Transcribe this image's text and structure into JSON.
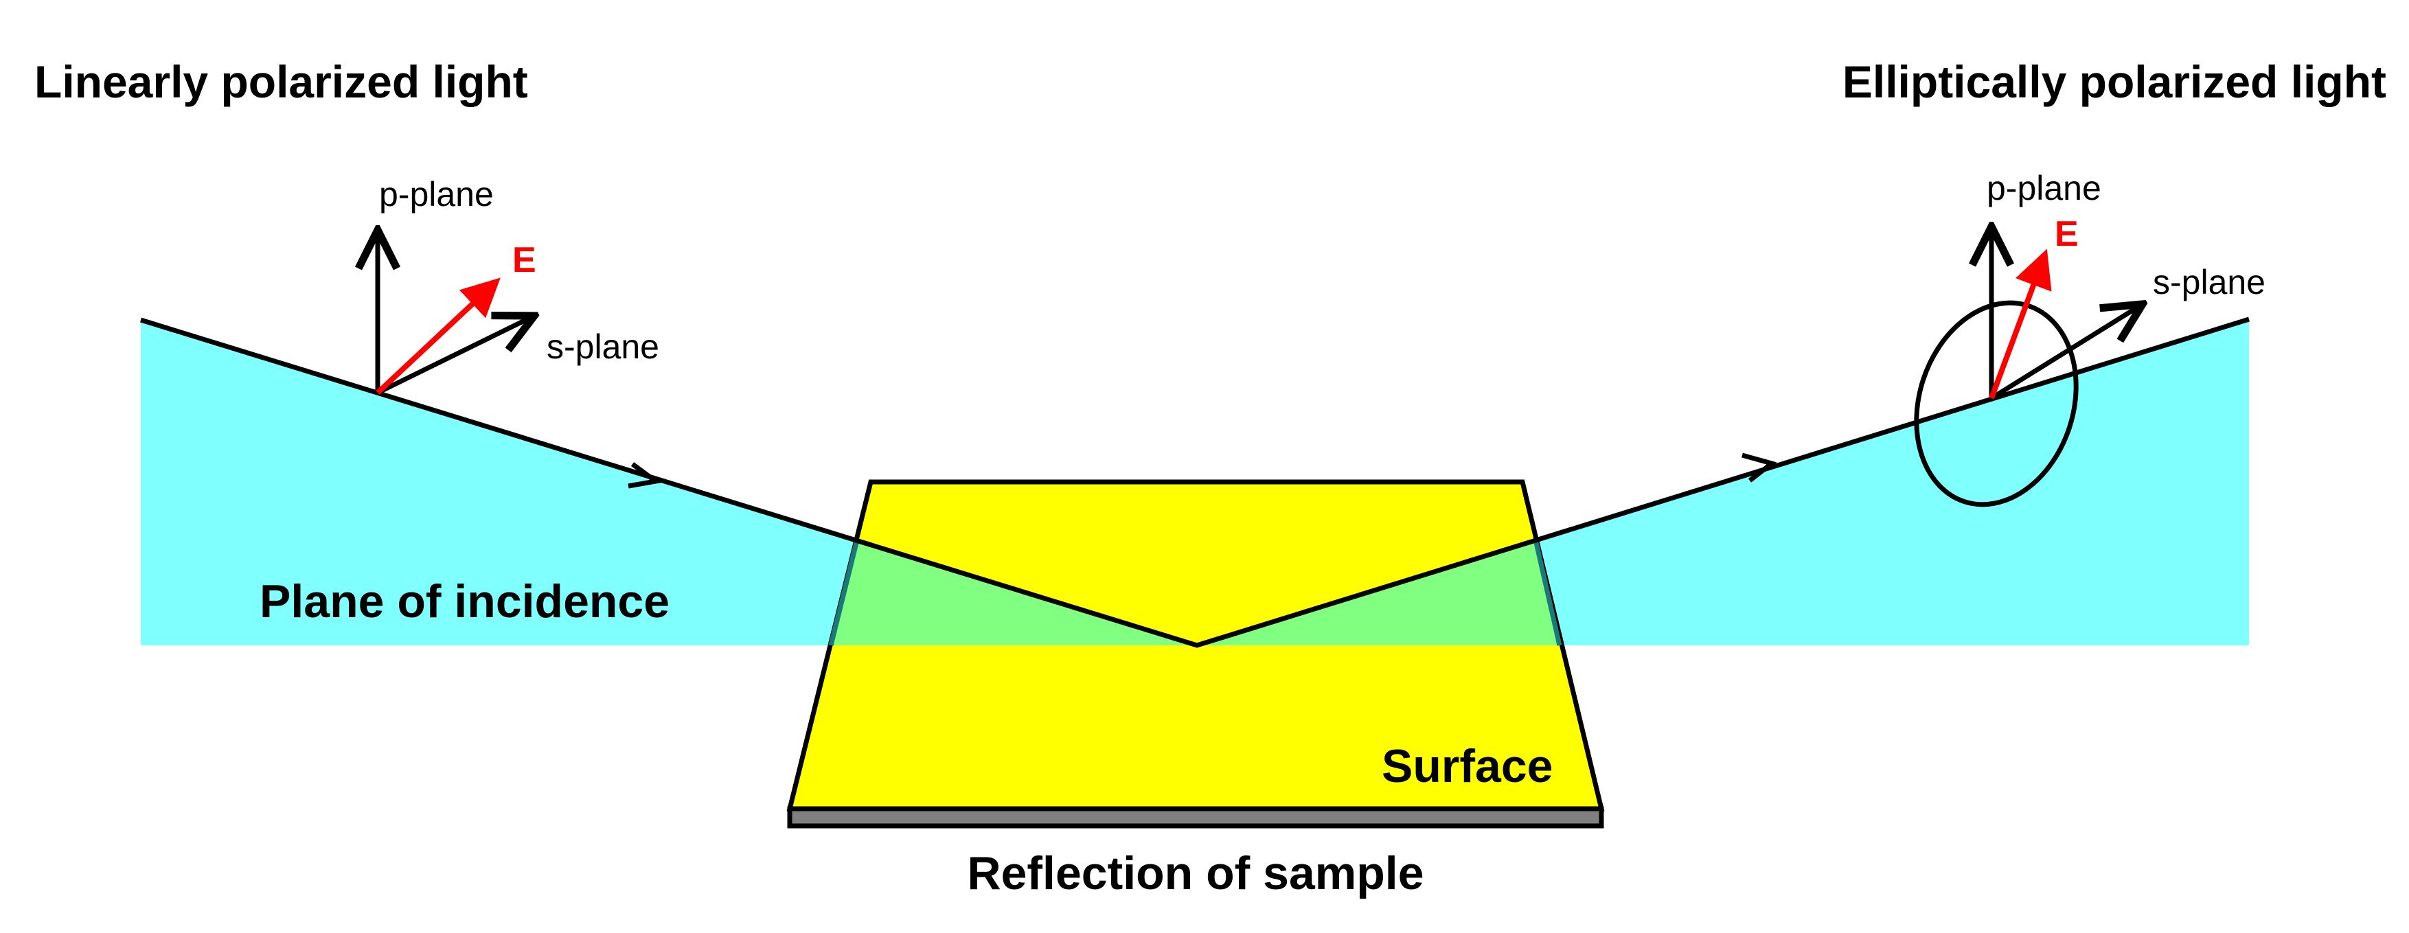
{
  "titles": {
    "left": "Linearly polarized light",
    "right": "Elliptically polarized light"
  },
  "labels": {
    "plane_of_incidence": "Plane of incidence",
    "surface": "Surface",
    "reflection": "Reflection of sample",
    "p_plane_left": "p-plane",
    "s_plane_left": "s-plane",
    "e_left": "E",
    "p_plane_right": "p-plane",
    "s_plane_right": "s-plane",
    "e_right": "E"
  },
  "colors": {
    "plane_of_incidence": "#80ffff",
    "surface": "#ffff00",
    "overlap": "#80ff80",
    "sample_base": "#808080",
    "e_vector": "#ff0000",
    "line": "#000000"
  }
}
